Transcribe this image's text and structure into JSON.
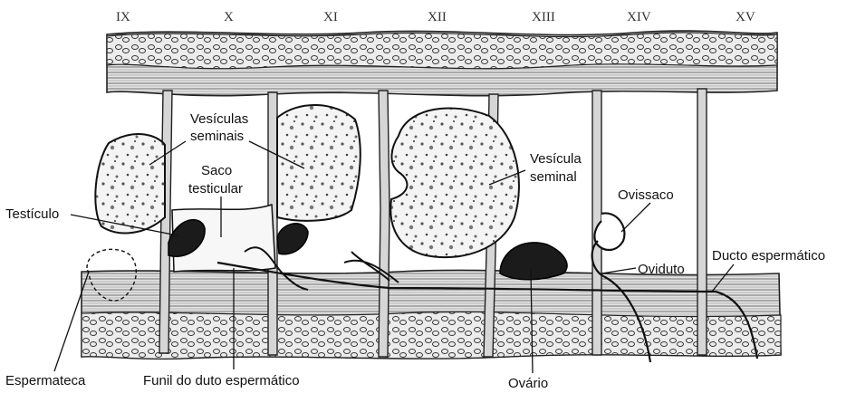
{
  "segments": [
    "IX",
    "X",
    "XI",
    "XII",
    "XIII",
    "XIV",
    "XV"
  ],
  "labels": {
    "vesiculas_seminais": [
      "Vesículas",
      "seminais"
    ],
    "saco_testicular": [
      "Saco",
      "testicular"
    ],
    "vesicula_seminal": [
      "Vesícula",
      "seminal"
    ],
    "ovissaco": "Ovissaco",
    "testiculo": "Testículo",
    "oviduto": "Oviduto",
    "ducto_espermatico": "Ducto espermático",
    "espermateca": "Espermateca",
    "funil": "Funil do duto espermático",
    "ovario": "Ovário"
  },
  "colors": {
    "ink": "#111111",
    "wall": "#e9e9e9",
    "organ_fill": "#f4f4f4",
    "dark_organ": "#1b1b1b"
  }
}
